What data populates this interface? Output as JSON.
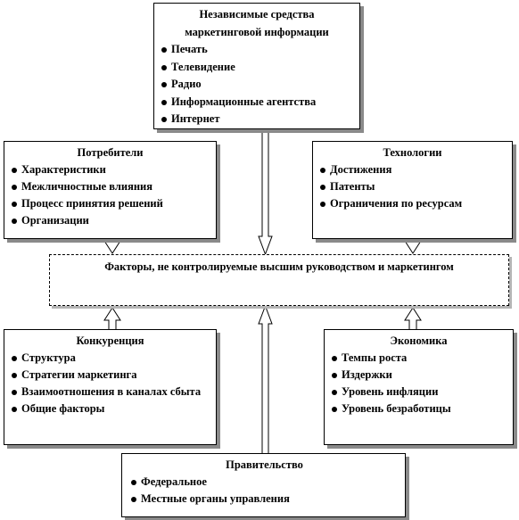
{
  "independent": {
    "title": "Независимые средства маркетинговой информации",
    "items": [
      "Печать",
      "Телевидение",
      "Радио",
      "Информационные агентства",
      "Интернет"
    ]
  },
  "consumers": {
    "title": "Потребители",
    "items": [
      "Характеристики",
      "Межличностные влияния",
      "Процесс принятия решений",
      "Организации"
    ]
  },
  "technology": {
    "title": "Технологии",
    "items": [
      "Достижения",
      "Патенты",
      "Ограничения по ресурсам"
    ]
  },
  "center": {
    "title": "Факторы, не контролируемые высшим руководством и маркетингом"
  },
  "competition": {
    "title": "Конкуренция",
    "items": [
      "Структура",
      "Стратегии маркетинга",
      "Взаимоотношения в каналах сбыта",
      "Общие факторы"
    ]
  },
  "economy": {
    "title": "Экономика",
    "items": [
      "Темпы роста",
      "Издержки",
      "Уровень инфляции",
      "Уровень безработицы"
    ]
  },
  "government": {
    "title": "Правительство",
    "items": [
      "Федеральное",
      "Местные органы управления"
    ]
  }
}
